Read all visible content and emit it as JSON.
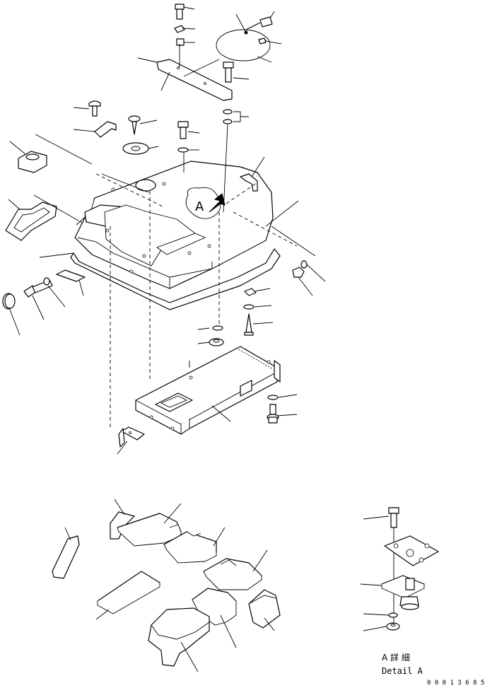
{
  "diagram": {
    "callout_letter": "A",
    "detail_label_jp": "A 詳 細",
    "detail_label_en": "Detail A",
    "drawing_number": "0 0 0 1 3 6 8 5"
  },
  "colors": {
    "line": "#000000",
    "background": "#ffffff"
  }
}
